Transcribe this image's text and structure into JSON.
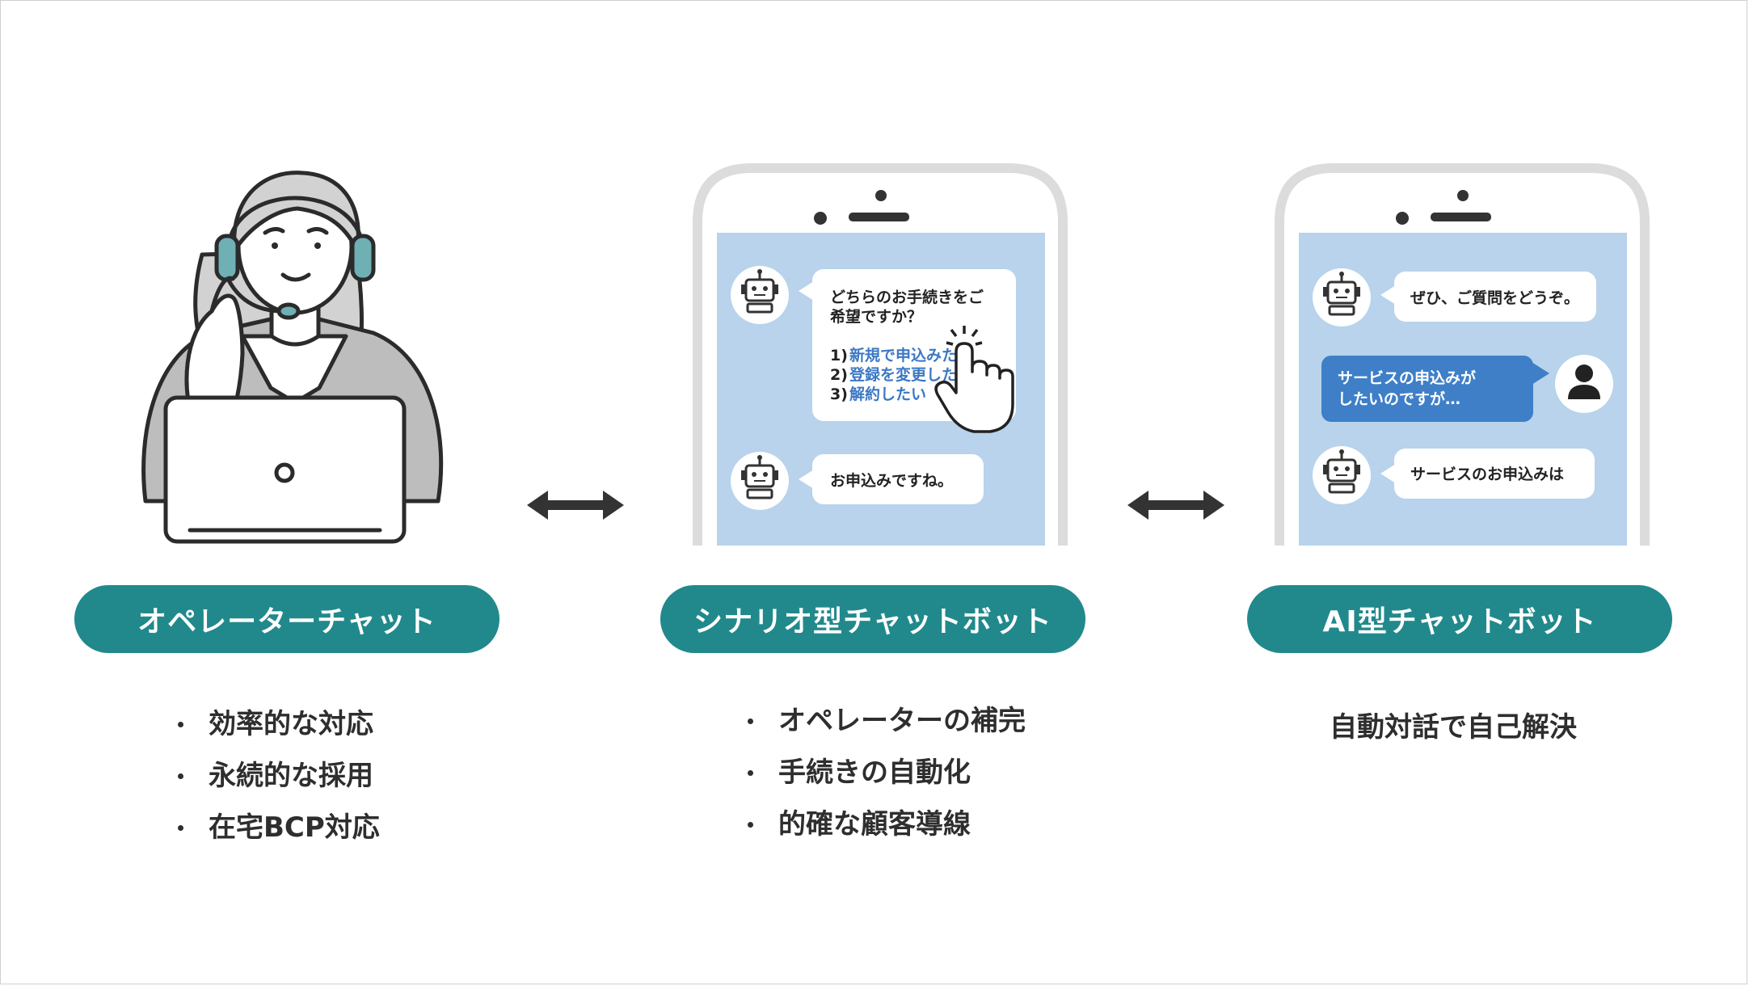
{
  "columns": [
    {
      "title": "オペレーターチャット",
      "bullets": [
        "効率的な対応",
        "永続的な採用",
        "在宅BCP対応"
      ]
    },
    {
      "title": "シナリオ型チャットボット",
      "bullets": [
        "オペレーターの補完",
        "手続きの自動化",
        "的確な顧客導線"
      ],
      "chat": {
        "question_line1": "どちらのお手続きをご",
        "question_line2": "希望ですか？",
        "options": [
          {
            "num": "1)",
            "label": "新規で申込みた"
          },
          {
            "num": "2)",
            "label": "登録を変更した"
          },
          {
            "num": "3)",
            "label": "解約したい"
          }
        ],
        "reply": "お申込みですね。"
      }
    },
    {
      "title": "AI型チャットボット",
      "summary": "自動対話で自己解決",
      "chat": {
        "bot_greeting": "ぜひ、ご質問をどうぞ。",
        "user_line1": "サービスの申込みが",
        "user_line2": "したいのですが…",
        "bot_reply": "サービスのお申込みは"
      }
    }
  ],
  "colors": {
    "accent": "#21898c",
    "screen": "#b8d3eb",
    "link": "#3b78c4",
    "user_bubble": "#3f7fc7",
    "headset": "#6fb0b5",
    "phone_frame": "#dcdcdc"
  },
  "icons": [
    "operator-illustration",
    "robot-icon",
    "user-icon",
    "pointing-hand-icon",
    "double-arrow-icon"
  ]
}
